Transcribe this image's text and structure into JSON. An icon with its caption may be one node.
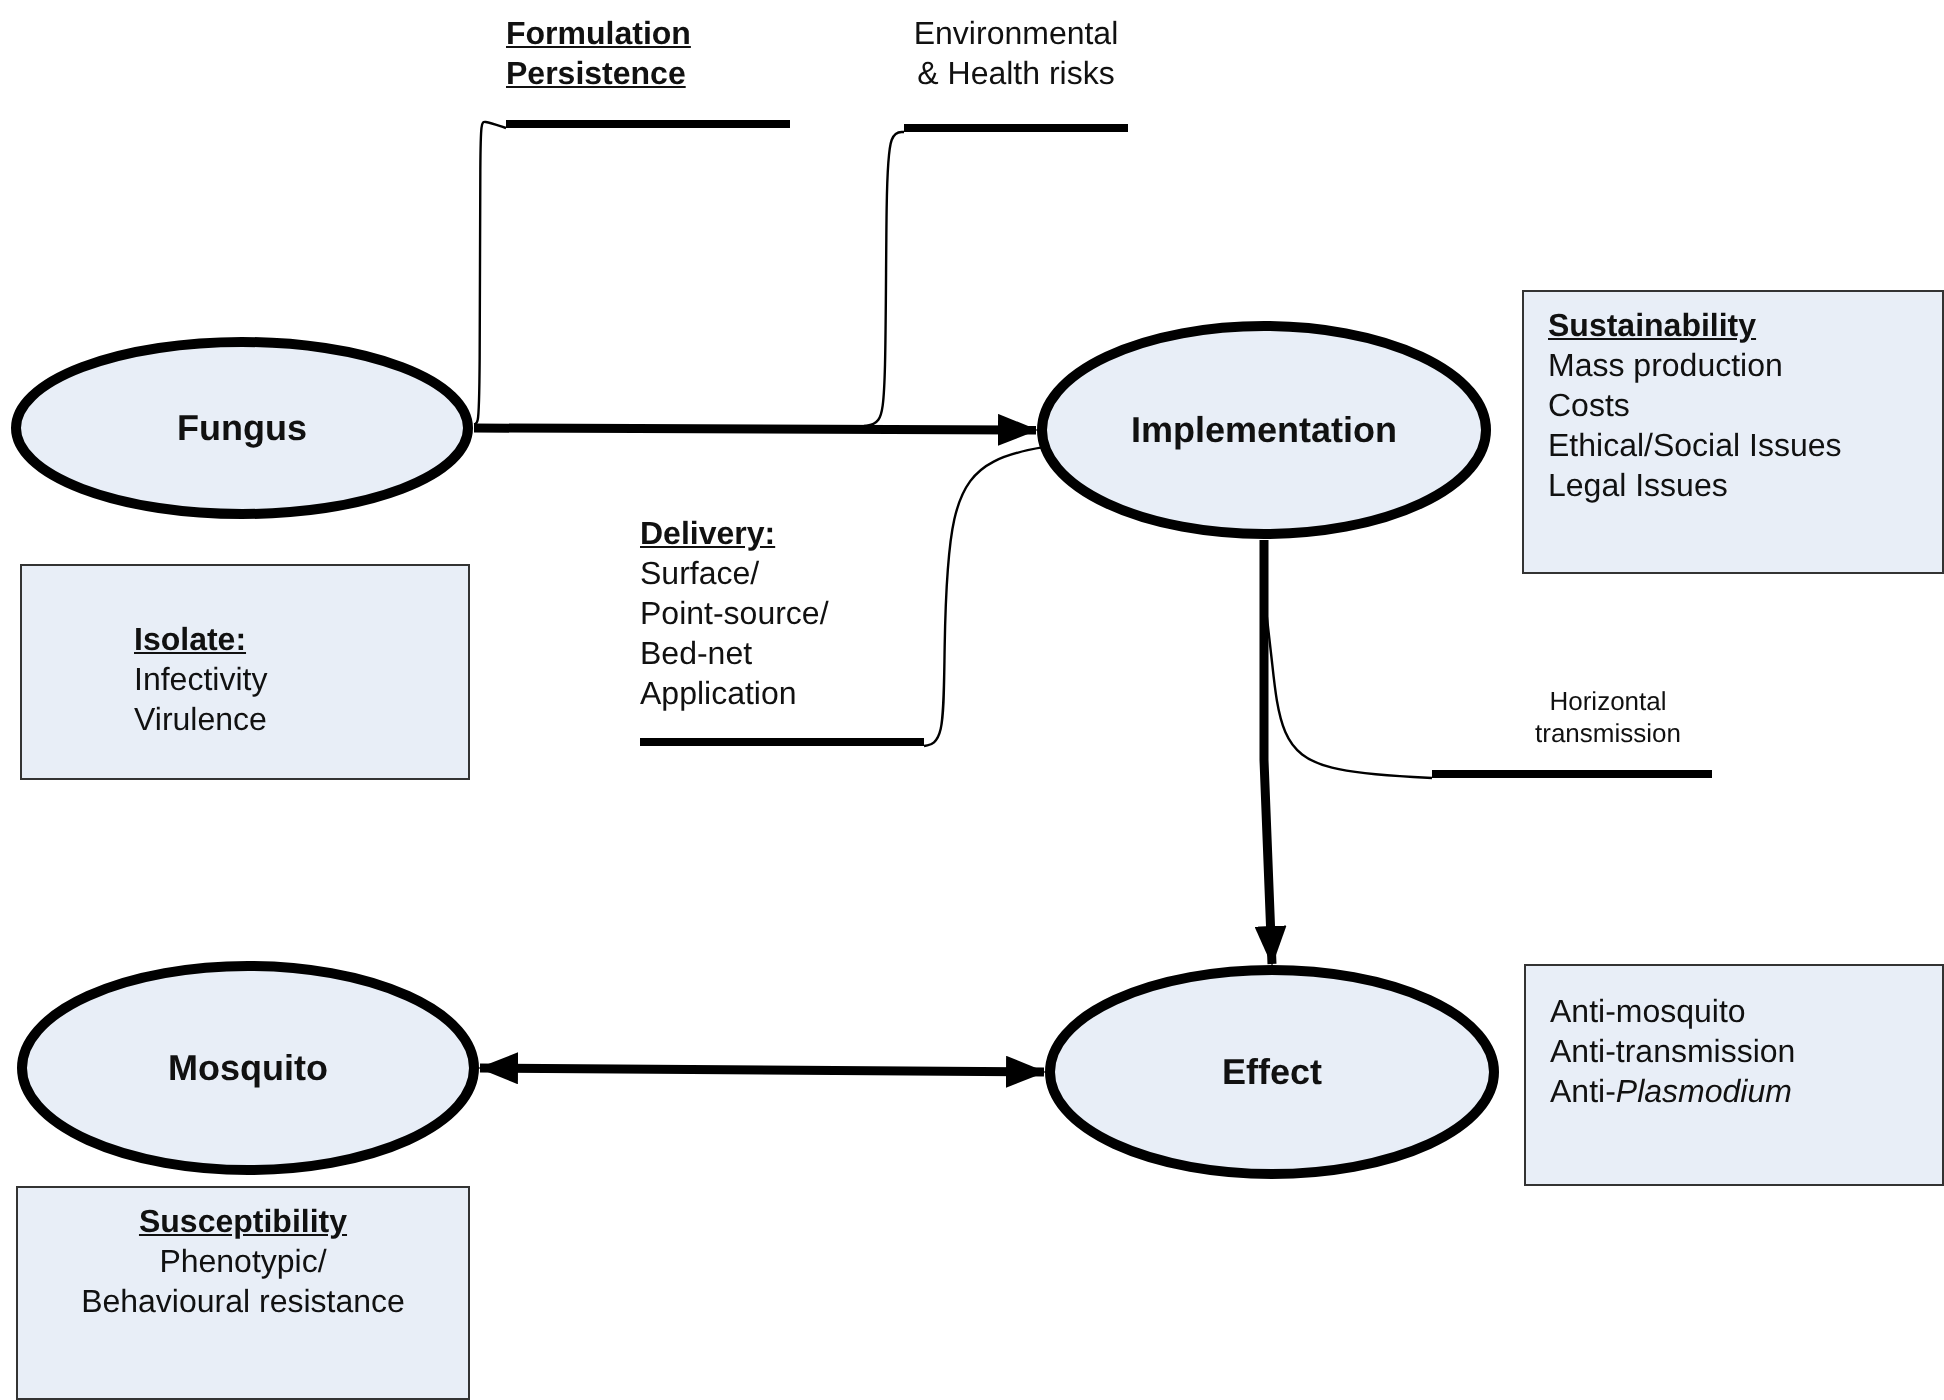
{
  "diagram": {
    "nodes": [
      {
        "text": [
          "Fungus"
        ]
      },
      {
        "text": [
          "Implementation"
        ]
      },
      {
        "text": [
          "Mosquito"
        ]
      },
      {
        "text": [
          "Effect"
        ]
      },
      {
        "text": [
          "Isolate:",
          "Infectivity",
          "Virulence"
        ]
      },
      {
        "text": [
          "Sustainability",
          "Mass production",
          "Costs",
          "Ethical/Social Issues",
          "Legal Issues"
        ]
      },
      {
        "text": [
          "Anti-mosquito",
          "Anti-transmission",
          "Anti-*Plasmodium*"
        ]
      },
      {
        "text": [
          "Susceptibility",
          "Phenotypic/",
          "Behavioural resistance"
        ]
      },
      {
        "text": [
          "Formulation Persistence"
        ]
      },
      {
        "text": [
          "Environmental & Health risks"
        ]
      },
      {
        "text": [
          "Delivery:",
          "Surface/",
          "Point-source/",
          "Bed-net",
          "Application"
        ]
      },
      {
        "text": [
          "Horizontal transmission"
        ]
      }
    ],
    "edges": [
      {
        "from": 0,
        "to": 1,
        "arrow": "to",
        "style": "thick"
      },
      {
        "from": 1,
        "to": 3,
        "arrow": "to",
        "style": "thick"
      },
      {
        "from": 2,
        "to": 3,
        "arrow": "both",
        "style": "thick"
      },
      {
        "from": 8,
        "to": 0,
        "arrow": "none"
      },
      {
        "from": 9,
        "to": null,
        "arrow": "none"
      },
      {
        "from": 10,
        "to": 1,
        "arrow": "none"
      },
      {
        "from": 11,
        "to": null,
        "arrow": "none"
      }
    ]
  }
}
